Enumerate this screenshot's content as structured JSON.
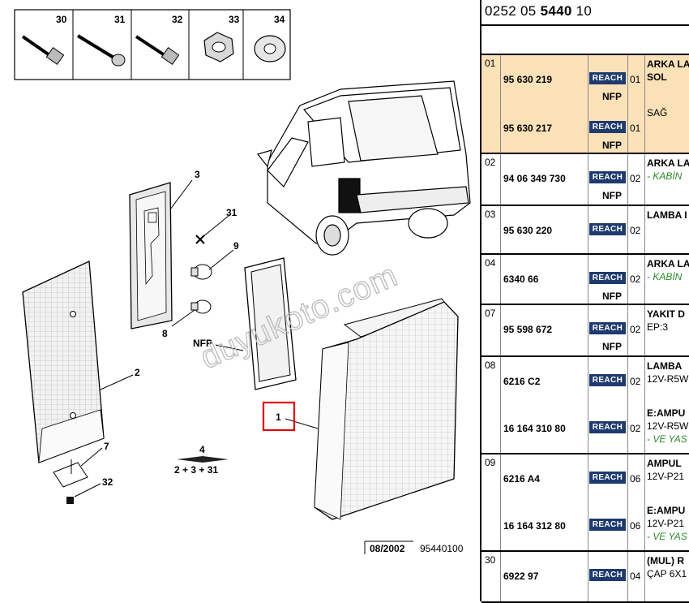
{
  "diagram": {
    "callouts": {
      "c30": "30",
      "c31": "31",
      "c32": "32",
      "c33": "33",
      "c34": "34",
      "n3": "3",
      "n31": "31",
      "n9": "9",
      "n8": "8",
      "n2": "2",
      "n7": "7",
      "n32": "32",
      "n1": "1",
      "nfp": "NFP",
      "n4": "4",
      "kit_formula": "2 + 3 + 31"
    },
    "date": "08/2002",
    "ref": "95440100",
    "watermark": "duyukoto.com",
    "highlight_color": "#e00000"
  },
  "doc": {
    "code_prefix": "0252 05 ",
    "code_bold": "5440",
    "code_suffix": " 10"
  },
  "groups": [
    {
      "no": "01",
      "selected": true,
      "rows": [
        {
          "pn": "95 630 219",
          "reach": "REACH",
          "nfp": "NFP",
          "qty": "01",
          "desc": [
            {
              "t": "ARKA LA",
              "s": "b"
            },
            {
              "t": "SOL",
              "s": "b"
            }
          ]
        },
        {
          "pn": "95 630 217",
          "reach": "REACH",
          "nfp": "NFP",
          "qty": "01",
          "desc": [
            {
              "t": "SAĞ",
              "s": ""
            }
          ]
        }
      ]
    },
    {
      "no": "02",
      "rows": [
        {
          "pn": "94 06 349 730",
          "reach": "REACH",
          "nfp": "NFP",
          "qty": "02",
          "desc": [
            {
              "t": "ARKA LA",
              "s": "b"
            },
            {
              "t": "- KABİN",
              "s": "g"
            }
          ]
        }
      ]
    },
    {
      "no": "03",
      "rows": [
        {
          "pn": "95 630 220",
          "reach": "REACH",
          "nfp": "",
          "qty": "02",
          "desc": [
            {
              "t": "LAMBA I",
              "s": "b"
            }
          ]
        }
      ]
    },
    {
      "no": "04",
      "rows": [
        {
          "pn": "6340 66",
          "reach": "REACH",
          "nfp": "NFP",
          "qty": "02",
          "desc": [
            {
              "t": "ARKA LA",
              "s": "b"
            },
            {
              "t": "- KABİN",
              "s": "g"
            }
          ]
        }
      ]
    },
    {
      "no": "07",
      "rows": [
        {
          "pn": "95 598 672",
          "reach": "REACH",
          "nfp": "NFP",
          "qty": "02",
          "desc": [
            {
              "t": "YAKIT D",
              "s": "b"
            },
            {
              "t": "EP:3",
              "s": ""
            }
          ]
        }
      ]
    },
    {
      "no": "08",
      "rows": [
        {
          "pn": "6216 C2",
          "reach": "REACH",
          "nfp": "",
          "qty": "02",
          "desc": [
            {
              "t": "LAMBA",
              "s": "b"
            },
            {
              "t": "12V-R5W",
              "s": ""
            }
          ]
        },
        {
          "pn": "16 164 310 80",
          "reach": "REACH",
          "nfp": "",
          "qty": "02",
          "desc": [
            {
              "t": "E:AMPU",
              "s": "b"
            },
            {
              "t": "12V-R5W",
              "s": ""
            },
            {
              "t": "- VE YAS",
              "s": "g"
            }
          ]
        }
      ]
    },
    {
      "no": "09",
      "rows": [
        {
          "pn": "6216 A4",
          "reach": "REACH",
          "nfp": "",
          "qty": "06",
          "desc": [
            {
              "t": "AMPUL",
              "s": "b"
            },
            {
              "t": "12V-P21",
              "s": ""
            }
          ]
        },
        {
          "pn": "16 164 312 80",
          "reach": "REACH",
          "nfp": "",
          "qty": "06",
          "desc": [
            {
              "t": "E:AMPU",
              "s": "b"
            },
            {
              "t": "12V-P21",
              "s": ""
            },
            {
              "t": "- VE YAS",
              "s": "g"
            }
          ]
        }
      ]
    },
    {
      "no": "30",
      "rows": [
        {
          "pn": "6922 97",
          "reach": "REACH",
          "nfp": "",
          "qty": "04",
          "desc": [
            {
              "t": "(MUL) R",
              "s": "b"
            },
            {
              "t": "ÇAP 6X1",
              "s": ""
            }
          ]
        }
      ]
    }
  ]
}
